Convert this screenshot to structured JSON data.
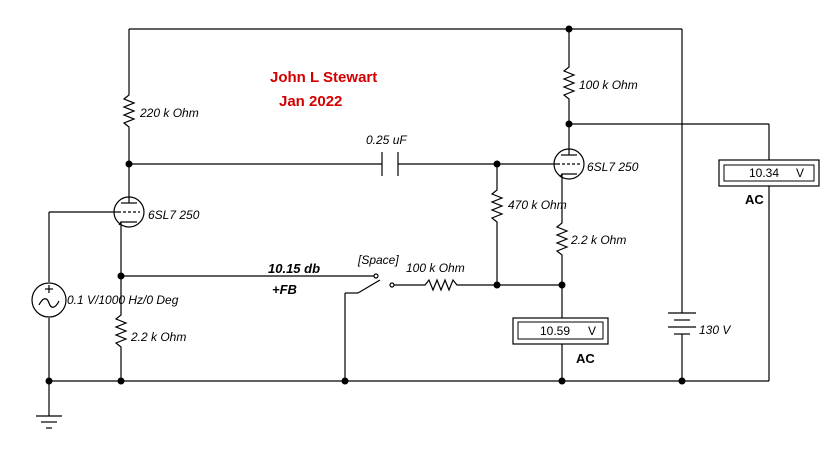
{
  "author": {
    "name": "John L Stewart",
    "date": "Jan 2022"
  },
  "components": {
    "r_plate_v1": "220 k Ohm",
    "r_plate_v2": "100 k Ohm",
    "coupling_cap": "0.25 uF",
    "r_grid_v2": "470 k Ohm",
    "r_cathode_v2": "2.2 k Ohm",
    "r_cathode_v1": "2.2 k Ohm",
    "r_feedback": "100 k Ohm",
    "tube_v1": "6SL7 250",
    "tube_v2": "6SL7 250",
    "source": "0.1 V/1000 Hz/0 Deg",
    "battery": "130 V",
    "switch_key": "[Space]"
  },
  "feedback": {
    "gain_label": "10.15 db",
    "mode_label": "+FB"
  },
  "meters": {
    "output": {
      "value": "10.34",
      "unit": "V",
      "mode": "AC"
    },
    "cathode": {
      "value": "10.59",
      "unit": "V",
      "mode": "AC"
    }
  }
}
